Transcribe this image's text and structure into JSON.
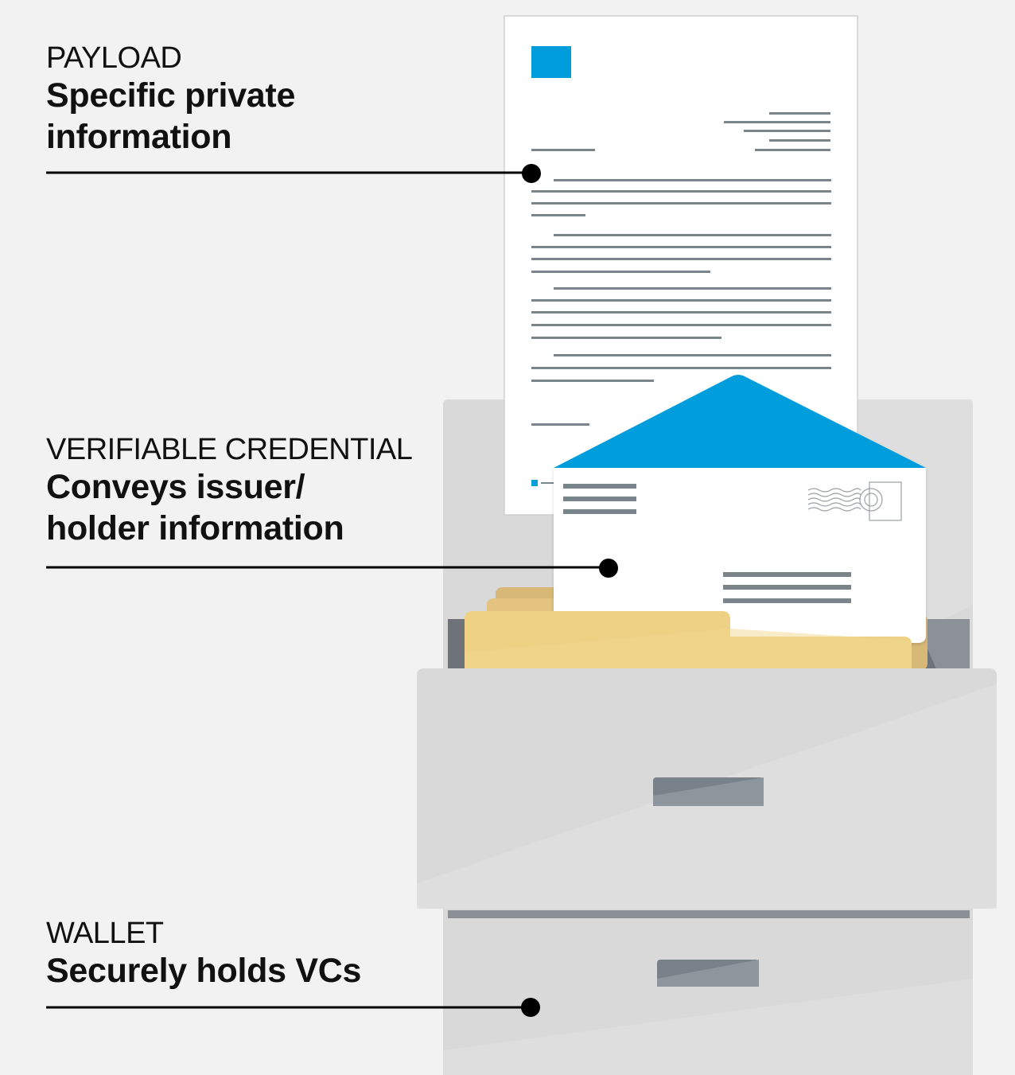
{
  "callouts": {
    "payload": {
      "kicker": "PAYLOAD",
      "headline": "Specific private\ninformation"
    },
    "verifiable_credential": {
      "kicker": "VERIFIABLE CREDENTIAL",
      "headline": "Conveys issuer/\nholder information"
    },
    "wallet": {
      "kicker": "WALLET",
      "headline": "Securely holds VCs"
    }
  },
  "colors": {
    "background": "#f2f2f2",
    "accent_blue": "#009ddc",
    "cabinet_gray": "#dadada",
    "folder_yellow": "#efd184",
    "text_line_gray": "#7a848b",
    "leader_black": "#000000"
  }
}
